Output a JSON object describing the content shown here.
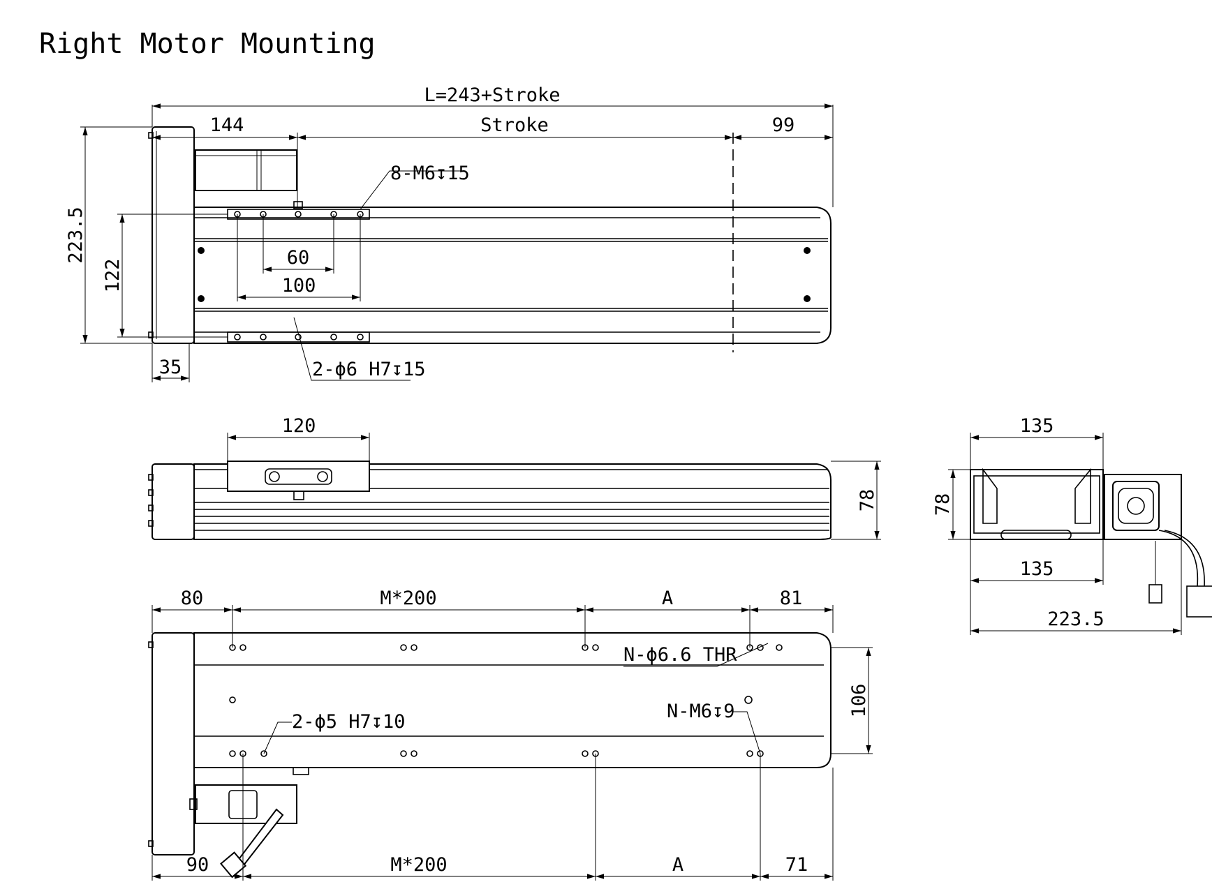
{
  "title": "Right Motor Mounting",
  "top_view": {
    "overall_length": "L=243+Stroke",
    "left_offset": "144",
    "stroke": "Stroke",
    "right_offset": "99",
    "height_total": "223.5",
    "height_inner": "122",
    "hole_spacing_60": "60",
    "hole_spacing_100": "100",
    "end_width": "35",
    "callout_threads": "8-M6↧15",
    "callout_pins": "2-ϕ6 H7↧15"
  },
  "side_view": {
    "carriage_length": "120",
    "height": "78"
  },
  "end_view": {
    "width_top": "135",
    "height": "78",
    "width_bottom": "135",
    "overall_width": "223.5"
  },
  "bottom_view": {
    "left_top": "80",
    "pitch_top": "M*200",
    "a_top": "A",
    "right_top": "81",
    "callout_through": "N-ϕ6.6 THR",
    "callout_threads": "N-M6↧9",
    "callout_pins": "2-ϕ5 H7↧10",
    "width": "106",
    "left_bottom": "90",
    "pitch_bottom": "M*200",
    "a_bottom": "A",
    "right_bottom": "71"
  }
}
